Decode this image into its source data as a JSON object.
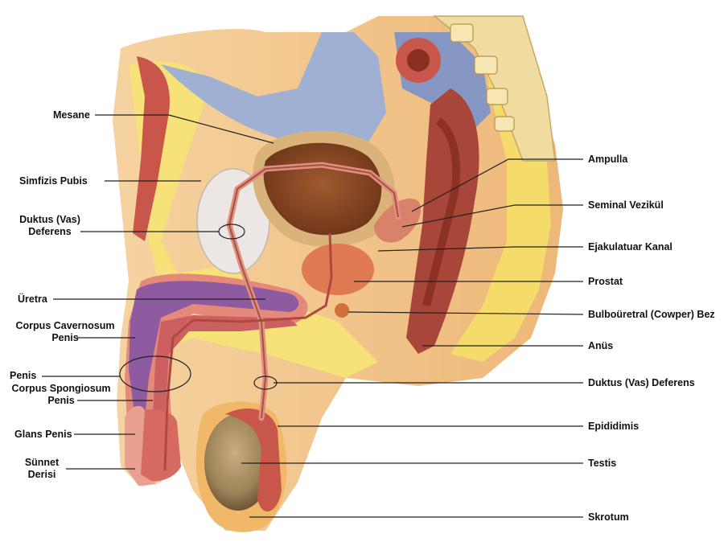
{
  "diagram": {
    "labels_left": {
      "mesane": "Mesane",
      "simfizis_pubis": "Simfizis Pubis",
      "duktus_deferens_1": "Duktus (Vas)",
      "duktus_deferens_2": "Deferens",
      "uretra": "Üretra",
      "corpus_cavernosum_1": "Corpus Cavernosum",
      "corpus_cavernosum_2": "Penis",
      "penis": "Penis",
      "corpus_spongiosum_1": "Corpus Spongiosum",
      "corpus_spongiosum_2": "Penis",
      "glans_penis": "Glans Penis",
      "sunnet_derisi_1": "Sünnet",
      "sunnet_derisi_2": "Derisi"
    },
    "labels_right": {
      "ampulla": "Ampulla",
      "seminal_vezikul": "Seminal Vezikül",
      "ejakulatuar_kanal": "Ejakulatuar Kanal",
      "prostat": "Prostat",
      "bulbouretral": "Bulboüretral (Cowper) Bez",
      "anus": "Anüs",
      "duktus_deferens": "Duktus (Vas) Deferens",
      "epididimis": "Epididimis",
      "testis": "Testis",
      "skrotum": "Skrotum"
    },
    "colors": {
      "skin": "#f3c78a",
      "fat": "#f7e27a",
      "muscle": "#c9564a",
      "bladder": "#9a4a2c",
      "spongy": "#8e5aa0",
      "blue_membrane": "#7f8fb8",
      "testis": "#9c8258",
      "line": "#222222"
    }
  }
}
